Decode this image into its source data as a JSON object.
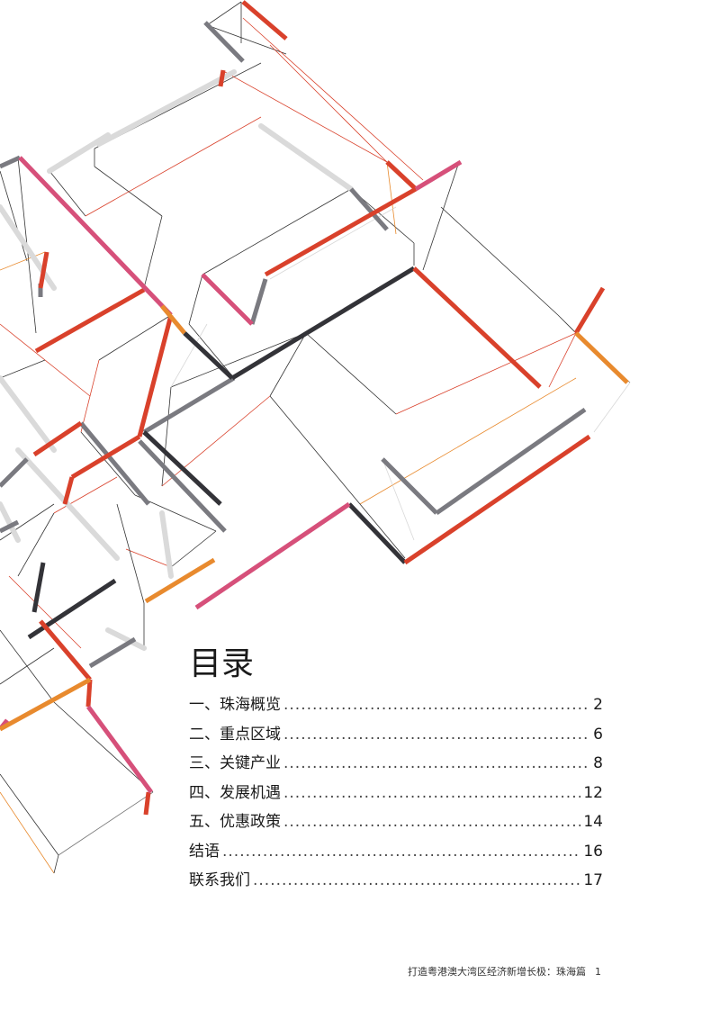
{
  "colors": {
    "red": "#d9412b",
    "pink": "#d6507a",
    "orange": "#e88a2e",
    "dark": "#333333",
    "gray": "#777777",
    "light_gray": "#d8d8d8"
  },
  "toc": {
    "title": "目录",
    "entries": [
      {
        "label": "一、珠海概览",
        "page": "2"
      },
      {
        "label": "二、重点区域",
        "page": "6"
      },
      {
        "label": "三、关键产业",
        "page": "8"
      },
      {
        "label": "四、发展机遇",
        "page": "12"
      },
      {
        "label": "五、优惠政策",
        "page": "14"
      },
      {
        "label": "结语",
        "page": "16"
      },
      {
        "label": "联系我们",
        "page": "17"
      }
    ]
  },
  "footer": {
    "title": "打造粤港澳大湾区经济新增长极：珠海篇",
    "page_number": "1"
  }
}
